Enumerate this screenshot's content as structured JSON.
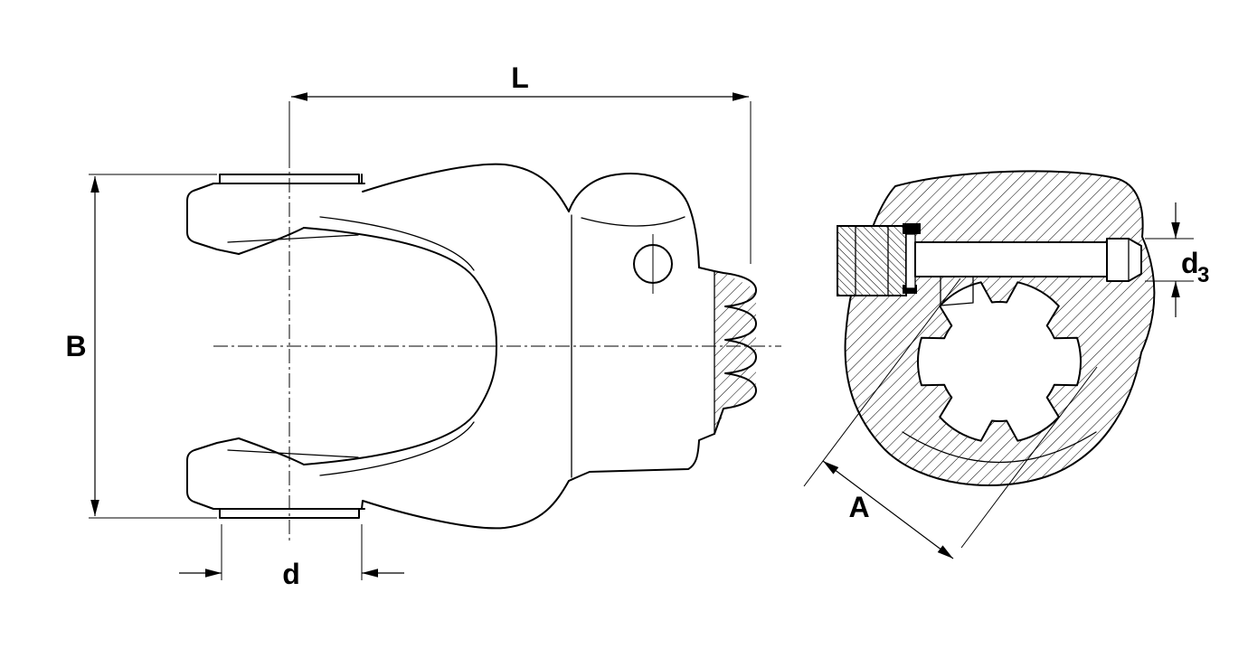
{
  "drawing": {
    "background_color": "#ffffff",
    "line_color": "#000000"
  },
  "labels": {
    "length": "L",
    "height": "B",
    "bearing": "d",
    "spline": "A",
    "pin_base": "d",
    "pin_sub": "3"
  }
}
